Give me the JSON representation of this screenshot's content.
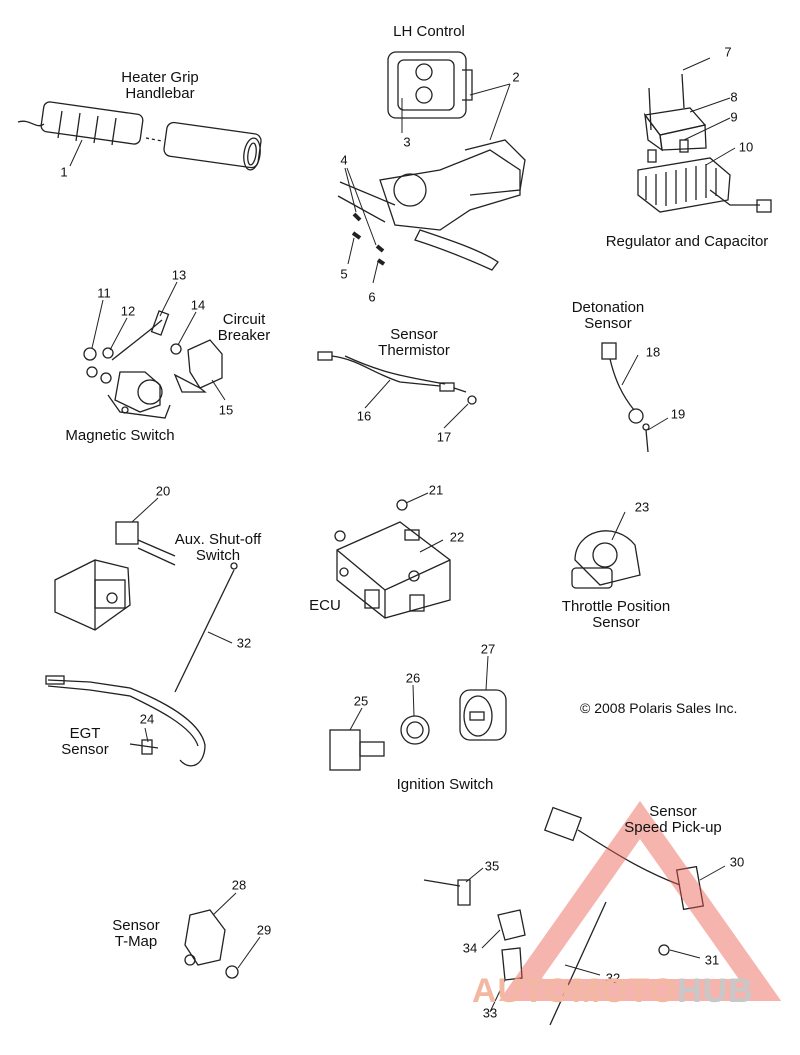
{
  "labels": {
    "heater_grip": [
      "Heater Grip",
      "Handlebar"
    ],
    "lh_control": [
      "LH Control"
    ],
    "regulator": [
      "Regulator and Capacitor"
    ],
    "circuit_breaker": [
      "Circuit",
      "Breaker"
    ],
    "magnetic_switch": [
      "Magnetic Switch"
    ],
    "sensor_thermistor": [
      "Sensor",
      "Thermistor"
    ],
    "detonation_sensor": [
      "Detonation",
      "Sensor"
    ],
    "aux_shutoff": [
      "Aux. Shut-off",
      "Switch"
    ],
    "ecu": [
      "ECU"
    ],
    "throttle_position": [
      "Throttle Position",
      "Sensor"
    ],
    "egt_sensor": [
      "EGT",
      "Sensor"
    ],
    "ignition_switch": [
      "Ignition Switch"
    ],
    "speed_pickup": [
      "Sensor",
      "Speed Pick-up"
    ],
    "t_map": [
      "Sensor",
      "T-Map"
    ]
  },
  "copyright": "© 2008 Polaris Sales Inc.",
  "part_numbers": [
    "1",
    "2",
    "3",
    "4",
    "5",
    "6",
    "7",
    "8",
    "9",
    "10",
    "11",
    "12",
    "13",
    "14",
    "15",
    "16",
    "17",
    "18",
    "19",
    "20",
    "21",
    "22",
    "23",
    "24",
    "25",
    "26",
    "27",
    "28",
    "29",
    "30",
    "31",
    "32",
    "32",
    "33",
    "34",
    "35"
  ],
  "watermark": {
    "part1": "AUTOMOTO",
    "part2": "HUB",
    "color_accent": "#e8584a",
    "color_text": "#c8c8c8"
  }
}
